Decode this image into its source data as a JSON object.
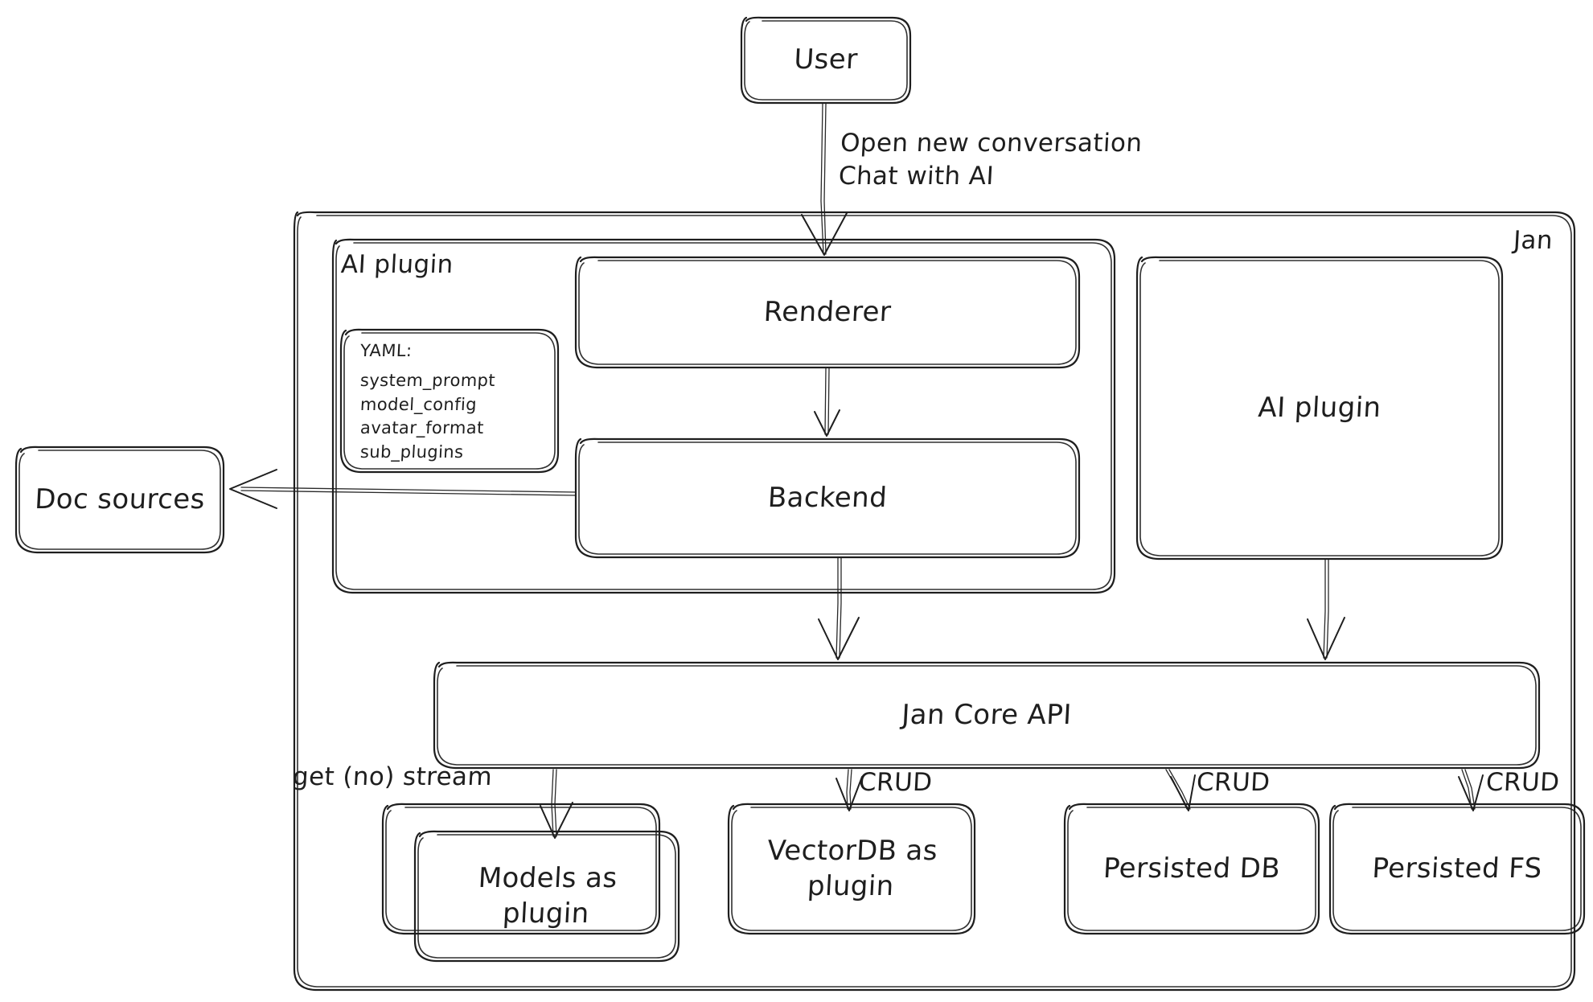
{
  "diagram": {
    "title_label": "Jan",
    "background": "#ffffff",
    "stroke_color": "#1e1e1e",
    "containers": [
      {
        "id": "jan",
        "label": "Jan",
        "label_position": "top-right"
      },
      {
        "id": "ai-plugin-group",
        "label": "AI plugin",
        "label_position": "top-left"
      }
    ],
    "nodes": {
      "user": {
        "label": "User"
      },
      "renderer": {
        "label": "Renderer"
      },
      "backend": {
        "label": "Backend"
      },
      "ai_plugin_right": {
        "label": "AI plugin"
      },
      "jan_core_api": {
        "label": "Jan Core API"
      },
      "doc_sources": {
        "label": "Doc sources"
      },
      "models_plugin": {
        "label": "Models as\nplugin"
      },
      "vectordb_plugin": {
        "label": "VectorDB as\nplugin"
      },
      "persisted_db": {
        "label": "Persisted DB"
      },
      "persisted_fs": {
        "label": "Persisted FS"
      }
    },
    "yaml_note": {
      "heading": "YAML:",
      "lines": [
        "system_prompt",
        "model_config",
        "avatar_format",
        "sub_plugins"
      ]
    },
    "edge_labels": {
      "user_to_renderer": "Open new conversation\nChat with AI",
      "api_to_models": "get (no) stream",
      "api_to_vectordb": "CRUD",
      "api_to_persisted_db": "CRUD",
      "api_to_persisted_fs": "CRUD"
    }
  }
}
